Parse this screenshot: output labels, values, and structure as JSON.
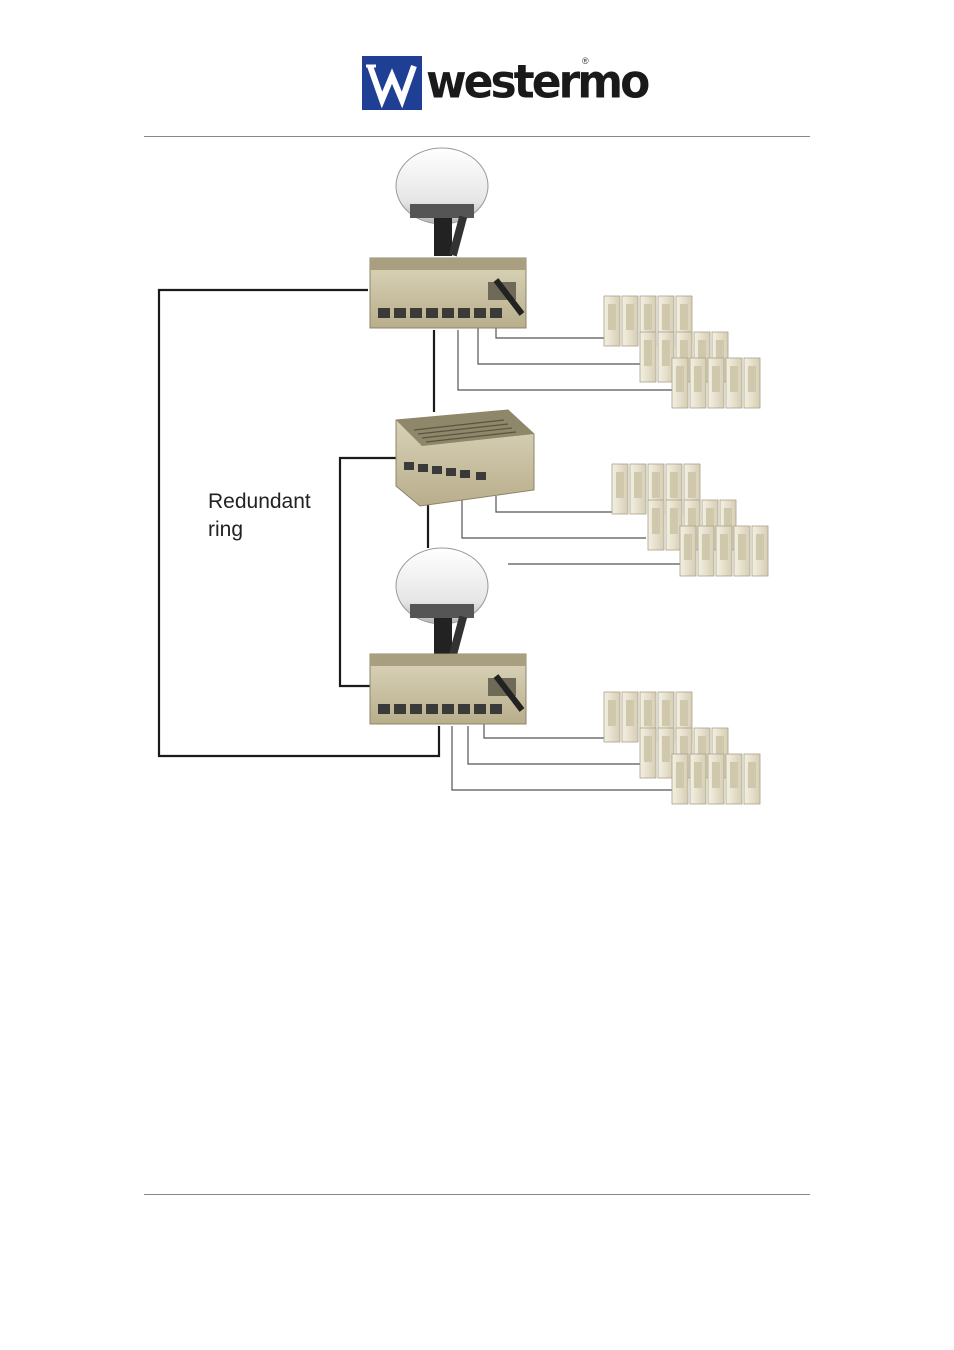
{
  "header": {
    "logo_text": "westermo",
    "logo_registered": "®"
  },
  "diagram": {
    "ring_label_line1": "Redundant",
    "ring_label_line2": "ring",
    "nodes": [
      {
        "name": "antenna-top",
        "type": "antenna"
      },
      {
        "name": "switch-top",
        "type": "switch"
      },
      {
        "name": "switch-middle",
        "type": "switch"
      },
      {
        "name": "antenna-bottom",
        "type": "antenna"
      },
      {
        "name": "switch-bottom",
        "type": "switch"
      }
    ],
    "device_groups": [
      {
        "name": "devices-top",
        "rows": [
          5,
          5,
          5
        ]
      },
      {
        "name": "devices-middle",
        "rows": [
          5,
          5,
          5
        ]
      },
      {
        "name": "devices-bottom",
        "rows": [
          5,
          5,
          5
        ]
      }
    ],
    "colors": {
      "brand_blue": "#1f3f95",
      "line": "#1a1a1a",
      "device_body": "#ece6d2",
      "switch_body": "#cfc6a8"
    }
  }
}
